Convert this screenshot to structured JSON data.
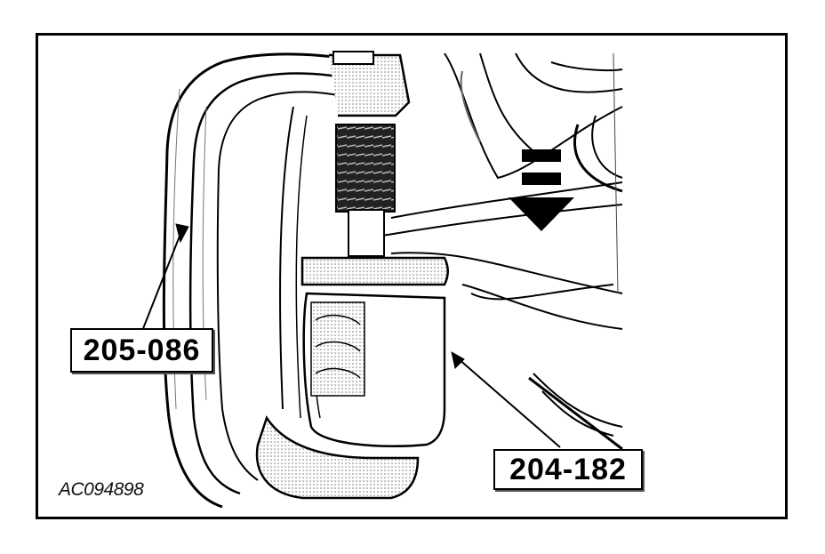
{
  "diagram": {
    "callouts": [
      {
        "id": "tool-a",
        "label": "205-086"
      },
      {
        "id": "tool-b",
        "label": "204-182"
      }
    ],
    "figure_id": "AC094898",
    "direction_arrow": "down-arrow-icon"
  },
  "colors": {
    "ink": "#000000",
    "background": "#ffffff",
    "shade": "#9a9a9a"
  }
}
